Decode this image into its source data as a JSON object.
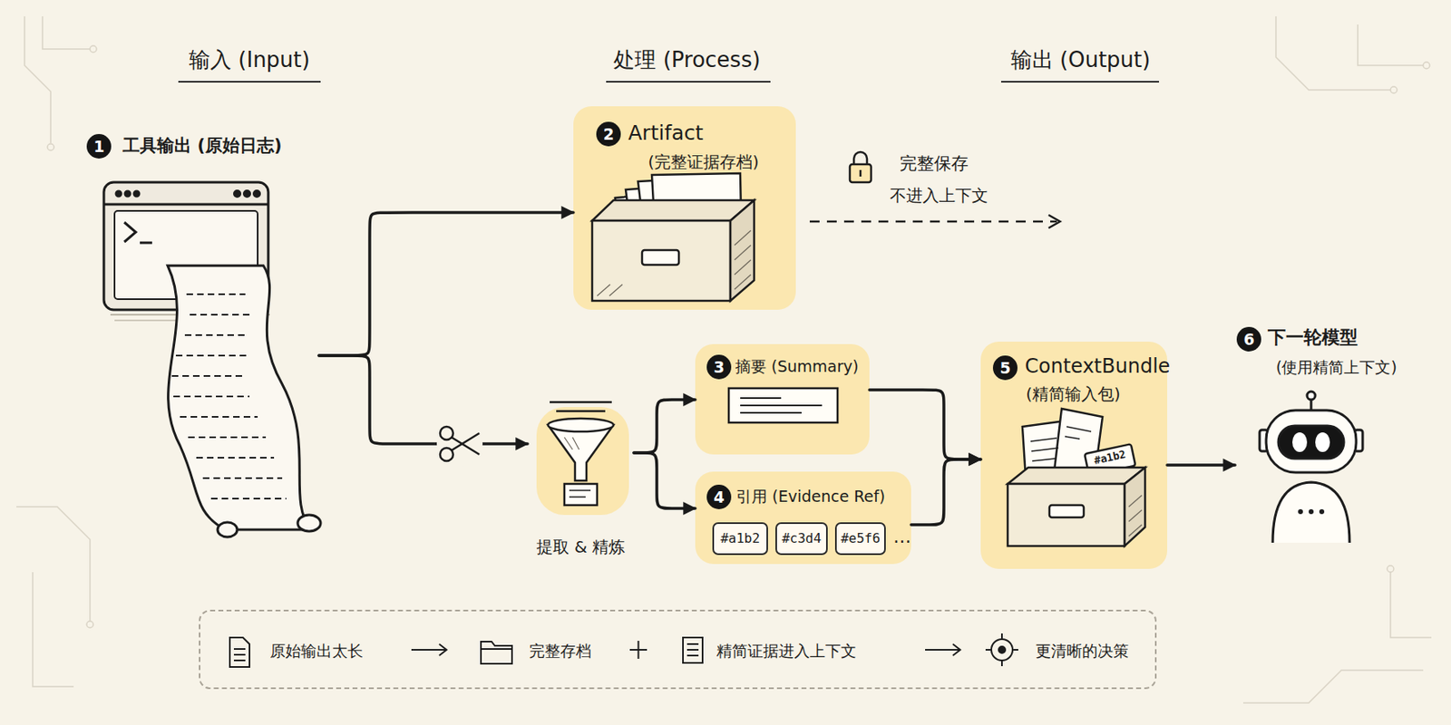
{
  "diagram": {
    "nodes": [
      {
        "text": [
          "1",
          "工具输出 (原始日志)"
        ]
      },
      {
        "text": [
          "2",
          "Artifact",
          "(完整证据存档)"
        ]
      },
      {
        "text": [
          "提取 & 精炼"
        ]
      },
      {
        "text": [
          "3",
          "摘要 (Summary)"
        ]
      },
      {
        "text": [
          "4",
          "引用 (Evidence Ref)"
        ]
      },
      {
        "text": [
          "#a1b2"
        ],
        "in": 4
      },
      {
        "text": [
          "#c3d4"
        ],
        "in": 4
      },
      {
        "text": [
          "#e5f6"
        ],
        "in": 4
      },
      {
        "text": [
          "5",
          "ContextBundle",
          "(精简输入包)"
        ]
      },
      {
        "text": [
          "6",
          "下一轮模型",
          "(使用精简上下文)"
        ]
      },
      {
        "text": [
          "原始输出太长",
          "完整存档",
          "精简证据进入上下文",
          "更清晰的决策"
        ]
      }
    ],
    "edges": [
      {
        "from": 0,
        "to": 1,
        "arrow": "to"
      },
      {
        "from": 0,
        "to": 2,
        "arrow": "to"
      },
      {
        "from": 2,
        "to": 3,
        "arrow": "to"
      },
      {
        "from": 2,
        "to": 4,
        "arrow": "to"
      },
      {
        "from": 3,
        "to": 8,
        "arrow": "to"
      },
      {
        "from": 4,
        "to": 8,
        "arrow": "to"
      },
      {
        "from": 8,
        "to": 9,
        "arrow": "to"
      }
    ],
    "labels": [
      "输入 (Input)",
      "处理 (Process)",
      "输出 (Output)",
      "完整保存",
      "不进入上下文",
      "…",
      "#a1b2"
    ]
  }
}
